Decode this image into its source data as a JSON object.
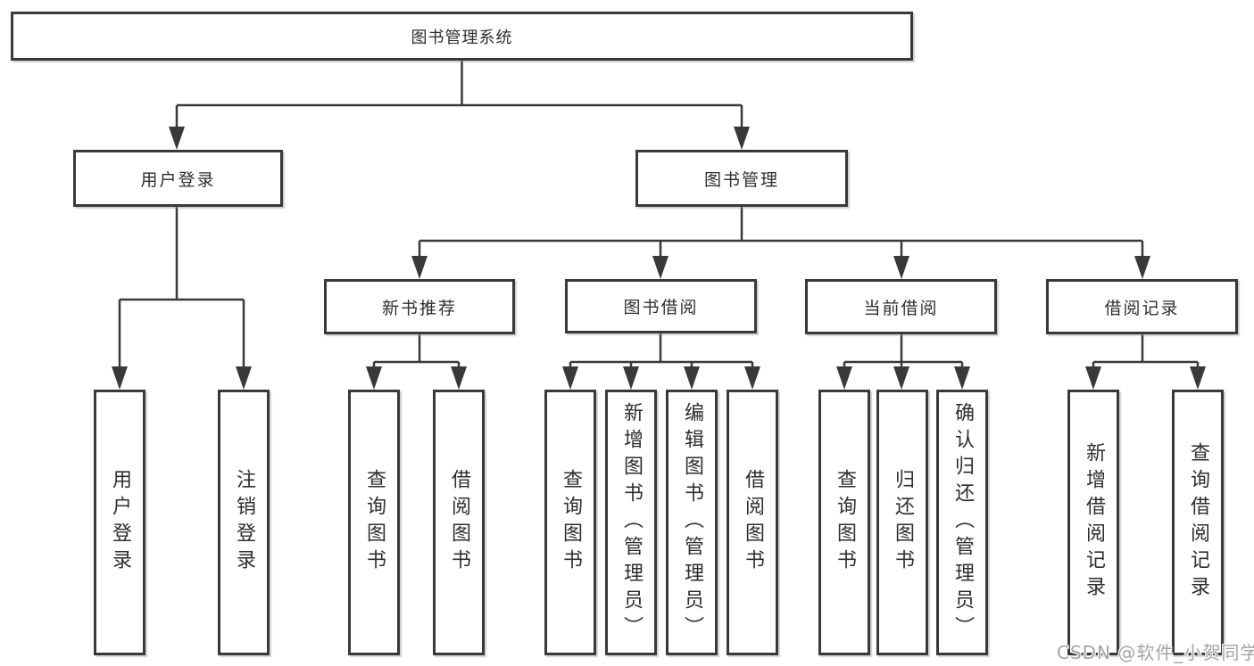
{
  "diagram": {
    "type": "tree",
    "root": "图书管理系统",
    "branches": [
      {
        "label": "用户登录",
        "children": [
          "用户登录",
          "注销登录"
        ]
      },
      {
        "label": "图书管理",
        "children": [
          {
            "label": "新书推荐",
            "children": [
              "查询图书",
              "借阅图书"
            ]
          },
          {
            "label": "图书借阅",
            "children": [
              "查询图书",
              "新增图书（管理员）",
              "编辑图书（管理员）",
              "借阅图书"
            ]
          },
          {
            "label": "当前借阅",
            "children": [
              "查询图书",
              "归还图书",
              "确认归还（管理员）"
            ]
          },
          {
            "label": "借阅记录",
            "children": [
              "新增借阅记录",
              "查询借阅记录"
            ]
          }
        ]
      }
    ]
  },
  "watermark": "CSDN @软件_小贺同学",
  "colors": {
    "line": "#39393b",
    "box_border": "#39393b",
    "text": "#2e2e30",
    "watermark": "#a3a3aa",
    "background": "#ffffff"
  }
}
